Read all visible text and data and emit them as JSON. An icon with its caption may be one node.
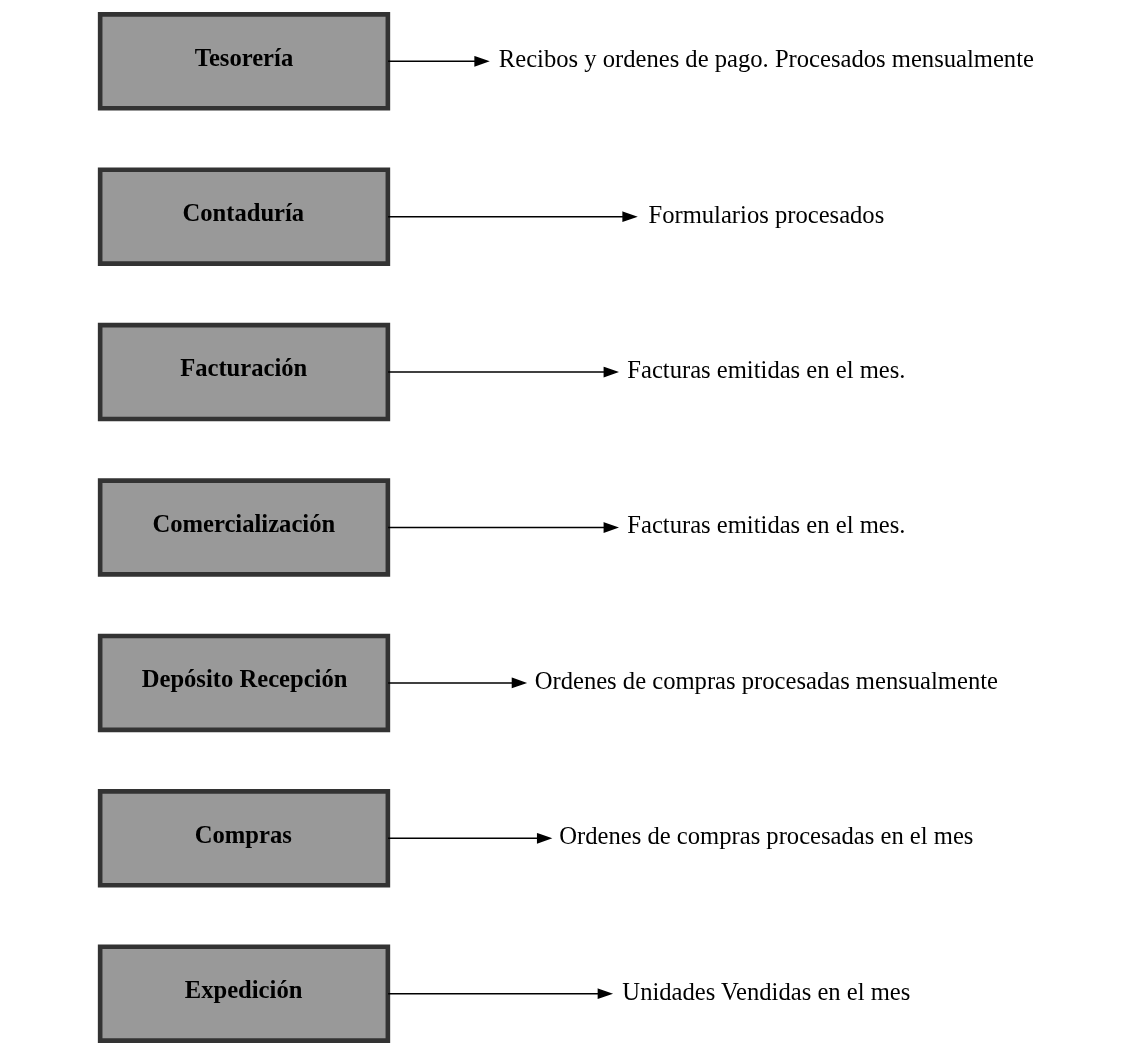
{
  "diagram": {
    "nodes": [
      {
        "text": [
          "Expedición"
        ]
      },
      {
        "text": [
          "Unidades Vendidas en el mes"
        ]
      },
      {
        "text": [
          "Compras"
        ]
      },
      {
        "text": [
          "Ordenes de compras procesadas en el mes"
        ]
      },
      {
        "text": [
          "Depósito Recepción"
        ]
      },
      {
        "text": [
          "Ordenes de compras procesadas mensualmente"
        ]
      },
      {
        "text": [
          "Comercialización"
        ]
      },
      {
        "text": [
          "Facturas emitidas en el mes."
        ]
      },
      {
        "text": [
          "Facturación"
        ]
      },
      {
        "text": [
          "Facturas emitidas en el mes."
        ]
      },
      {
        "text": [
          "Contaduría"
        ]
      },
      {
        "text": [
          "Formularios procesados"
        ]
      },
      {
        "text": [
          "Tesorería"
        ]
      },
      {
        "text": [
          "Recibos y ordenes de pago. Procesados mensualmente"
        ]
      }
    ],
    "edges": [
      {
        "from": 0,
        "to": 1,
        "arrow": "to"
      },
      {
        "from": 2,
        "to": 3,
        "arrow": "to"
      },
      {
        "from": 4,
        "to": 5,
        "arrow": "to"
      },
      {
        "from": 6,
        "to": 7,
        "arrow": "to"
      },
      {
        "from": 8,
        "to": 9,
        "arrow": "to"
      },
      {
        "from": 10,
        "to": 11,
        "arrow": "to"
      },
      {
        "from": 12,
        "to": 13,
        "arrow": "to"
      }
    ]
  }
}
